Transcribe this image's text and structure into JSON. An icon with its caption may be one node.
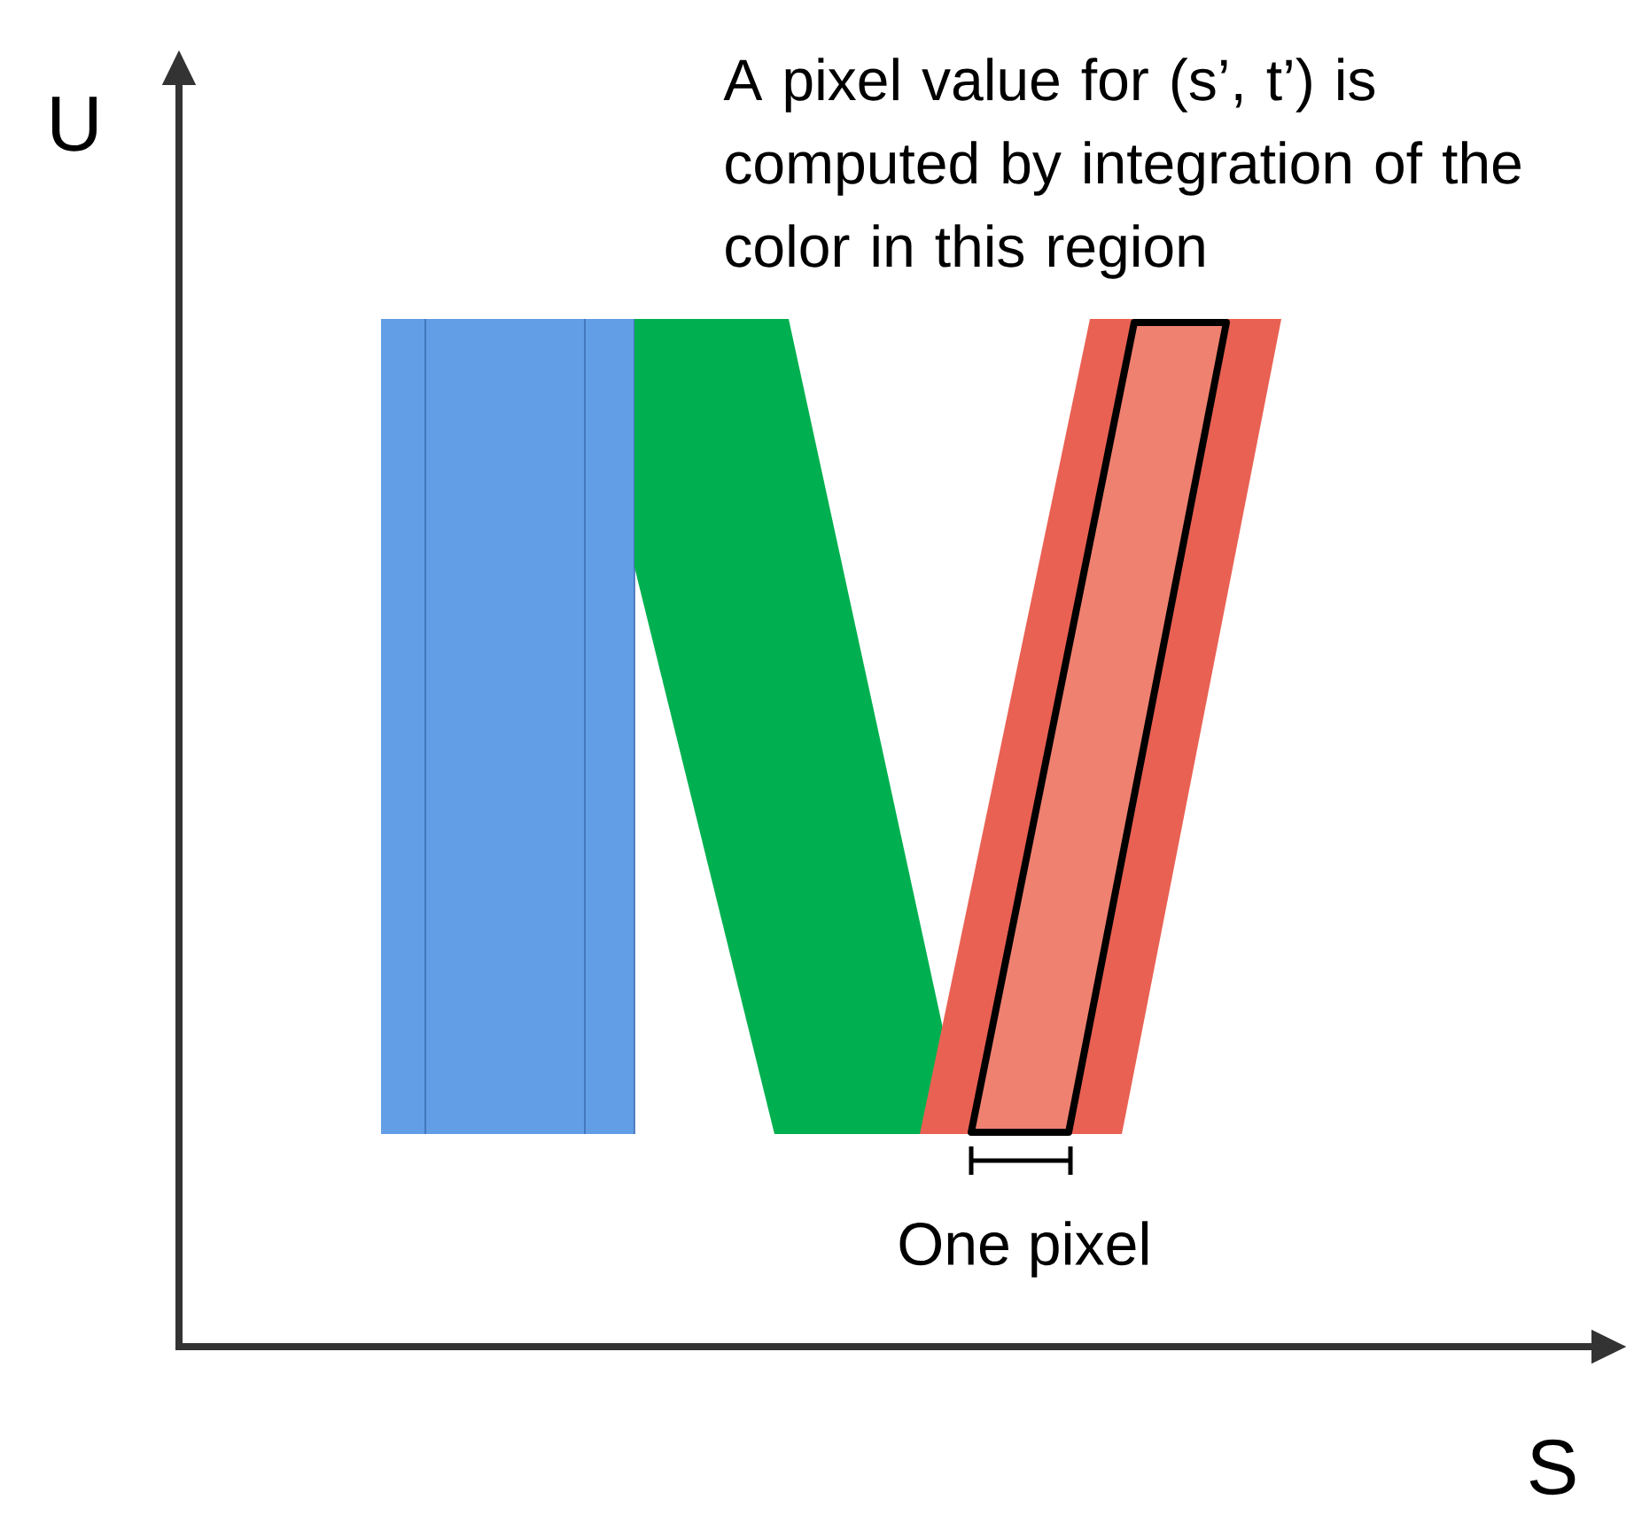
{
  "diagram": {
    "labels": [
      "U",
      "A pixel value for (s’, t’) is computed by integration of the color in this region",
      "One pixel",
      "S"
    ]
  }
}
